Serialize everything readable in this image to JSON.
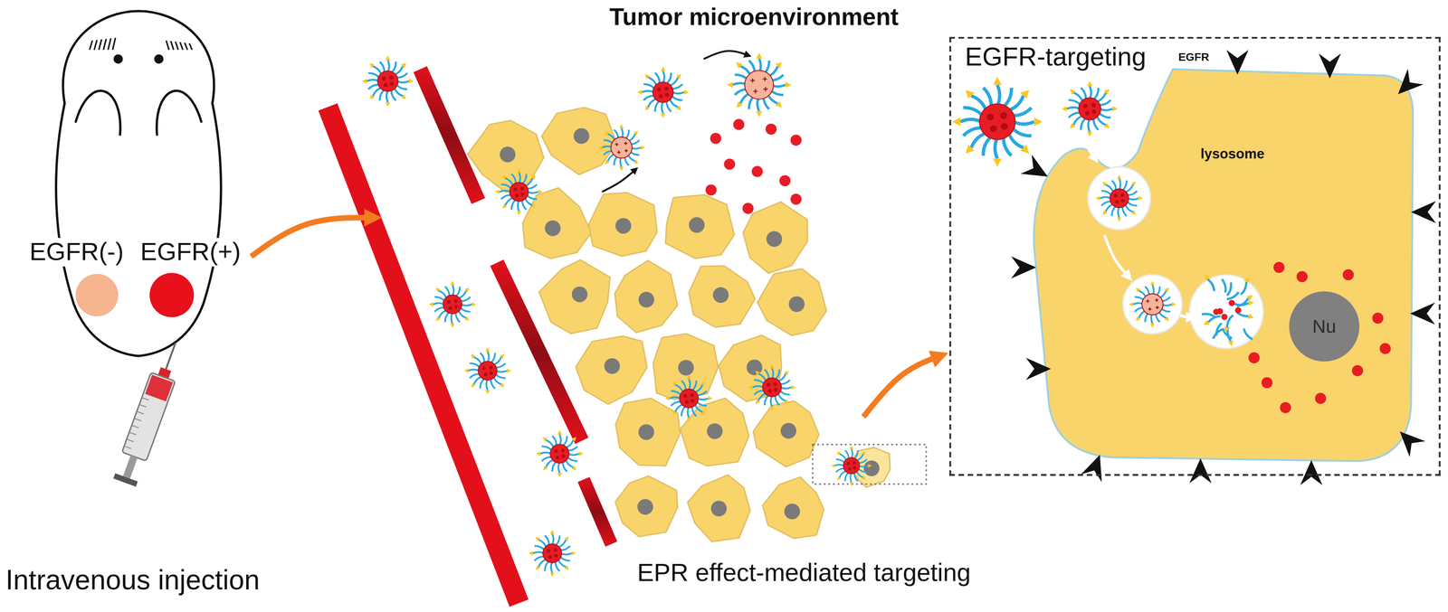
{
  "diagram": {
    "title": "Tumor microenvironment",
    "nodes": [
      {
        "text": [
          "EGFR-targeting"
        ]
      },
      {
        "text": [
          "Nu"
        ],
        "in": 0
      }
    ],
    "labels": [
      "EGFR(-)",
      "EGFR(+)",
      "Intravenous injection",
      "EPR effect-mediated targeting",
      "EGFR",
      "lysosome"
    ]
  }
}
